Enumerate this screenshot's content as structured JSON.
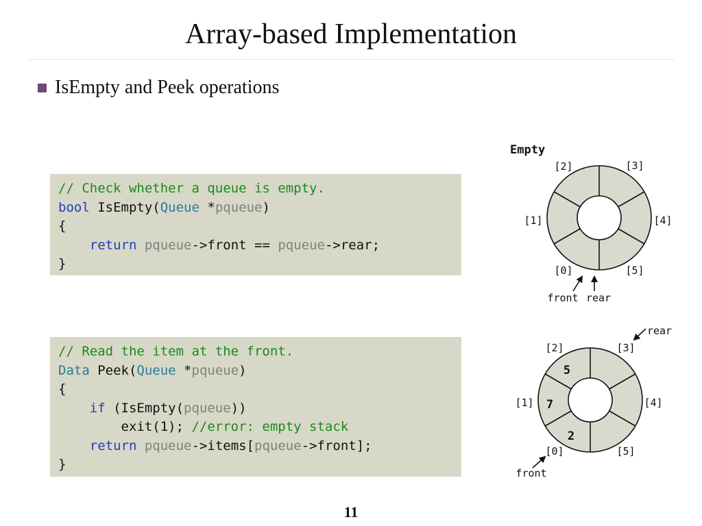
{
  "slide": {
    "title": "Array-based Implementation",
    "bullet": "IsEmpty and Peek operations",
    "page_number": "11"
  },
  "colors": {
    "bullet": "#6b4a73",
    "code_bg": "#d8d8c8",
    "comment": "#1a8a1a",
    "keyword": "#1f3fbf",
    "type": "#2a7a9a",
    "param": "#808080",
    "ring_fill": "#d9d9ce"
  },
  "code_blocks": [
    {
      "lines": [
        [
          {
            "t": "// Check whether a queue is empty.",
            "c": "cm"
          }
        ],
        [
          {
            "t": "bool",
            "c": "kw"
          },
          {
            "t": " IsEmpty("
          },
          {
            "t": "Queue",
            "c": "ty"
          },
          {
            "t": " *"
          },
          {
            "t": "pqueue",
            "c": "pm"
          },
          {
            "t": ")"
          }
        ],
        [
          {
            "t": "{"
          }
        ],
        [
          {
            "t": "    "
          },
          {
            "t": "return",
            "c": "kw"
          },
          {
            "t": " "
          },
          {
            "t": "pqueue",
            "c": "pm"
          },
          {
            "t": "->front == "
          },
          {
            "t": "pqueue",
            "c": "pm"
          },
          {
            "t": "->rear;"
          }
        ],
        [
          {
            "t": "}"
          }
        ]
      ]
    },
    {
      "lines": [
        [
          {
            "t": "// Read the item at the front.",
            "c": "cm"
          }
        ],
        [
          {
            "t": "Data",
            "c": "ty"
          },
          {
            "t": " Peek("
          },
          {
            "t": "Queue",
            "c": "ty"
          },
          {
            "t": " *"
          },
          {
            "t": "pqueue",
            "c": "pm"
          },
          {
            "t": ")"
          }
        ],
        [
          {
            "t": "{"
          }
        ],
        [
          {
            "t": "    "
          },
          {
            "t": "if",
            "c": "kw"
          },
          {
            "t": " (IsEmpty("
          },
          {
            "t": "pqueue",
            "c": "pm"
          },
          {
            "t": "))"
          }
        ],
        [
          {
            "t": "        exit(1); "
          },
          {
            "t": "//error: empty stack",
            "c": "cm"
          }
        ],
        [
          {
            "t": "    "
          },
          {
            "t": "return",
            "c": "kw"
          },
          {
            "t": " "
          },
          {
            "t": "pqueue",
            "c": "pm"
          },
          {
            "t": "->items["
          },
          {
            "t": "pqueue",
            "c": "pm"
          },
          {
            "t": "->front];"
          }
        ],
        [
          {
            "t": "}"
          }
        ]
      ]
    }
  ],
  "diagrams": {
    "empty": {
      "label": "Empty",
      "indices": [
        "[0]",
        "[1]",
        "[2]",
        "[3]",
        "[4]",
        "[5]"
      ],
      "front_label": "front",
      "rear_label": "rear"
    },
    "filled": {
      "indices": [
        "[0]",
        "[1]",
        "[2]",
        "[3]",
        "[4]",
        "[5]"
      ],
      "values": [
        "2",
        "7",
        "5",
        "",
        "",
        ""
      ],
      "front_label": "front",
      "rear_label": "rear"
    }
  }
}
